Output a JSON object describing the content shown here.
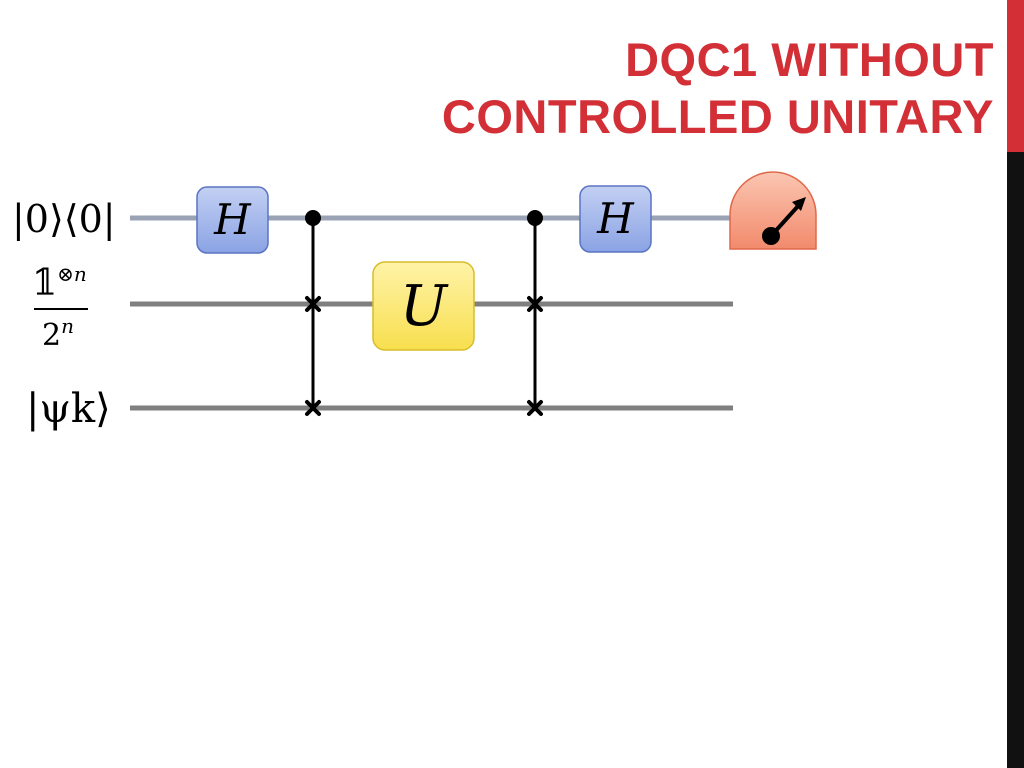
{
  "slide": {
    "title_line1": "DQC1 WITHOUT",
    "title_line2": "CONTROLLED UNITARY"
  },
  "colors": {
    "title": "#d22f36",
    "accent_bar": "#d22f36",
    "edge_bar": "#111111",
    "wire_top": "#9aa3b4",
    "wire": "#7f7f7f",
    "gate_h_fill": "#9fb3ea",
    "gate_u_fill": "#fbe56b",
    "meter_fill": "#f4a085"
  },
  "diagram": {
    "input_labels": {
      "qubit": "|0⟩⟨0|",
      "mixed_numerator": "𝟙",
      "mixed_numerator_superscript": "⊗n",
      "mixed_denominator": "2",
      "mixed_denominator_superscript": "n",
      "register": "|ψk⟩"
    },
    "gates": {
      "hadamard_1": "H",
      "unitary": "U",
      "hadamard_2": "H"
    },
    "measurement_icon": "meter-icon"
  }
}
